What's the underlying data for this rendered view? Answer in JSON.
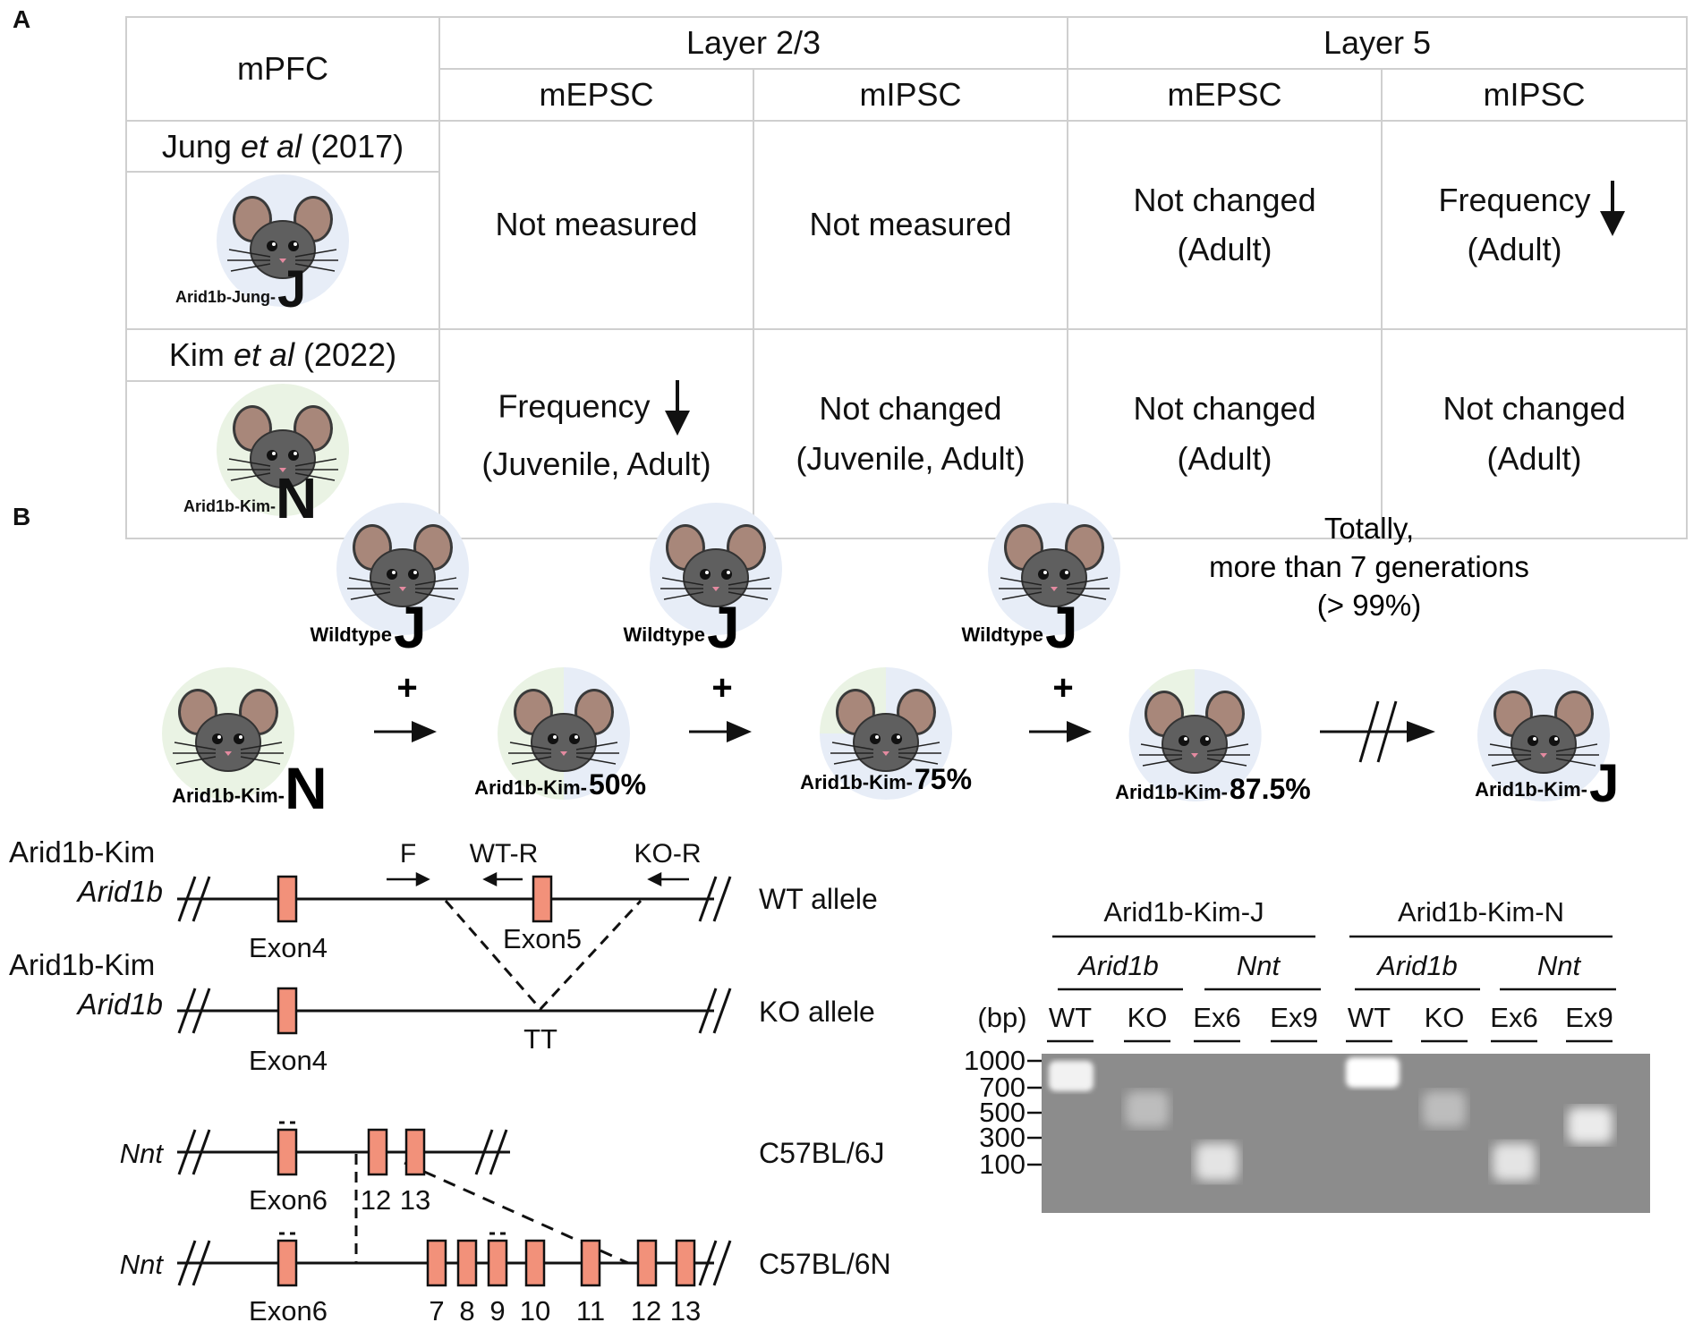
{
  "panelA": {
    "label": "A",
    "corner": "mPFC",
    "layer23": "Layer 2/3",
    "layer5": "Layer 5",
    "mepsc": "mEPSC",
    "mipsc": "mIPSC",
    "row1": {
      "author": "Jung",
      "etal": "et al",
      "year": "(2017)",
      "mouse_label": "Arid1b-Jung-",
      "mouse_letter": "J",
      "l23_mepsc": "Not measured",
      "l23_mipsc": "Not measured",
      "l5_mepsc_1": "Not changed",
      "l5_mepsc_2": "(Adult)",
      "l5_mipsc_1": "Frequency",
      "l5_mipsc_2": "(Adult)"
    },
    "row2": {
      "author": "Kim",
      "etal": "et al",
      "year": "(2022)",
      "mouse_label": "Arid1b-Kim-",
      "mouse_letter": "N",
      "l23_mepsc_1": "Frequency",
      "l23_mepsc_2": "(Juvenile, Adult)",
      "l23_mipsc_1": "Not changed",
      "l23_mipsc_2": "(Juvenile, Adult)",
      "l5_mepsc_1": "Not changed",
      "l5_mepsc_2": "(Adult)",
      "l5_mipsc_1": "Not changed",
      "l5_mipsc_2": "(Adult)"
    }
  },
  "panelB": {
    "label": "B",
    "wildtype": "Wildtype",
    "wt_letter": "J",
    "plus": "+",
    "totally_1": "Totally,",
    "totally_2": "more than 7 generations",
    "totally_3": "(> 99%)",
    "m0_label": "Arid1b-Kim-",
    "m0_letter": "N",
    "m1_label": "Arid1b-Kim-",
    "m1_pct": "50%",
    "m2_label": "Arid1b-Kim-",
    "m2_pct": "75%",
    "m3_label": "Arid1b-Kim-",
    "m3_pct": "87.5%",
    "m4_label": "Arid1b-Kim-",
    "m4_letter": "J",
    "gene_a1": "Arid1b-Kim",
    "gene_a2": "Arid1b",
    "primer_f": "F",
    "primer_wtr": "WT-R",
    "primer_kor": "KO-R",
    "wt_allele": "WT allele",
    "ko_allele": "KO allele",
    "exon4": "Exon4",
    "exon5": "Exon5",
    "tt": "TT",
    "nnt": "Nnt",
    "exon6": "Exon6",
    "c57j": "C57BL/6J",
    "c57n": "C57BL/6N",
    "j_ex12": "12",
    "j_ex13": "13",
    "n_ex7": "7",
    "n_ex8": "8",
    "n_ex9": "9",
    "n_ex10": "10",
    "n_ex11": "11",
    "n_ex12": "12",
    "n_ex13": "13",
    "gel": {
      "group1": "Arid1b-Kim-J",
      "group2": "Arid1b-Kim-N",
      "gene1": "Arid1b",
      "gene2": "Nnt",
      "bp": "(bp)",
      "lanes": [
        "WT",
        "KO",
        "Ex6",
        "Ex9",
        "WT",
        "KO",
        "Ex6",
        "Ex9"
      ],
      "ladder": [
        "1000",
        "700",
        "500",
        "300",
        "100"
      ]
    }
  },
  "colors": {
    "exon": "#f2917a",
    "mouse_fur": "#5f5f5f",
    "ear": "#a8877a",
    "green_bg": "#eaf3e4",
    "blue_bg": "#e7edf7",
    "gel_bg": "#8c8c8c"
  }
}
